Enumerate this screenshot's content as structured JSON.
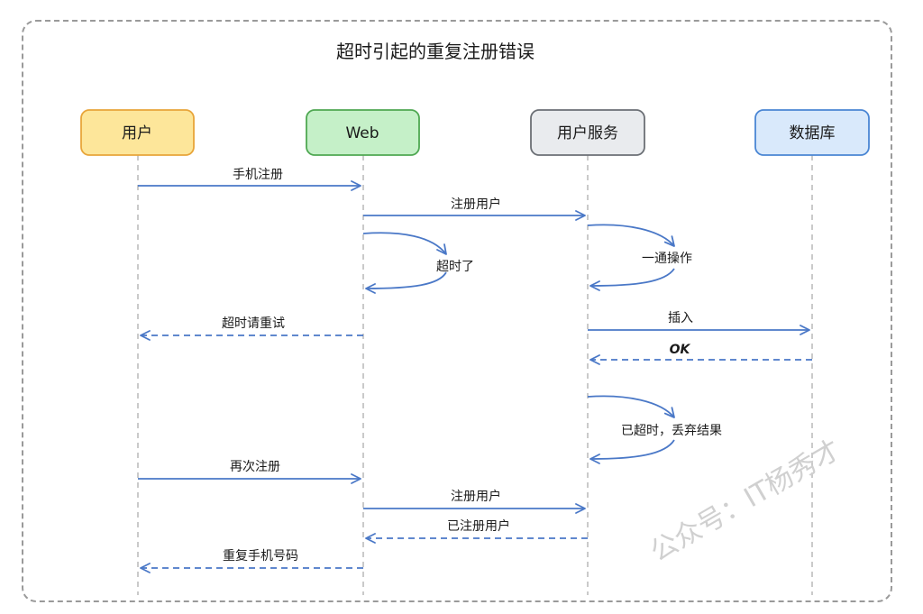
{
  "title": "超时引起的重复注册错误",
  "actors": [
    {
      "id": "user",
      "label": "用户",
      "fill": "#fde69a",
      "stroke": "#e8a53a"
    },
    {
      "id": "web",
      "label": "Web",
      "fill": "#c5f0c8",
      "stroke": "#4fa852"
    },
    {
      "id": "svc",
      "label": "用户服务",
      "fill": "#e9ebee",
      "stroke": "#6b6f75"
    },
    {
      "id": "db",
      "label": "数据库",
      "fill": "#d9e9fb",
      "stroke": "#4a86d4"
    }
  ],
  "messages": [
    {
      "from": "user",
      "to": "web",
      "label": "手机注册",
      "style": "solid"
    },
    {
      "from": "web",
      "to": "svc",
      "label": "注册用户",
      "style": "solid"
    },
    {
      "self": "web",
      "label": "超时了"
    },
    {
      "self": "svc",
      "label": "一通操作"
    },
    {
      "from": "web",
      "to": "user",
      "label": "超时请重试",
      "style": "dashed"
    },
    {
      "from": "svc",
      "to": "db",
      "label": "插入",
      "style": "solid"
    },
    {
      "from": "db",
      "to": "svc",
      "label": "OK",
      "style": "dashed"
    },
    {
      "self": "svc",
      "label": "已超时，丢弃结果"
    },
    {
      "from": "user",
      "to": "web",
      "label": "再次注册",
      "style": "solid"
    },
    {
      "from": "web",
      "to": "svc",
      "label": "注册用户",
      "style": "solid"
    },
    {
      "from": "svc",
      "to": "web",
      "label": "已注册用户",
      "style": "dashed"
    },
    {
      "from": "web",
      "to": "user",
      "label": "重复手机号码",
      "style": "dashed"
    }
  ],
  "colors": {
    "arrow": "#4a78c7",
    "lifeline": "#b9b9b9"
  },
  "watermark": "公众号：IT杨秀才"
}
